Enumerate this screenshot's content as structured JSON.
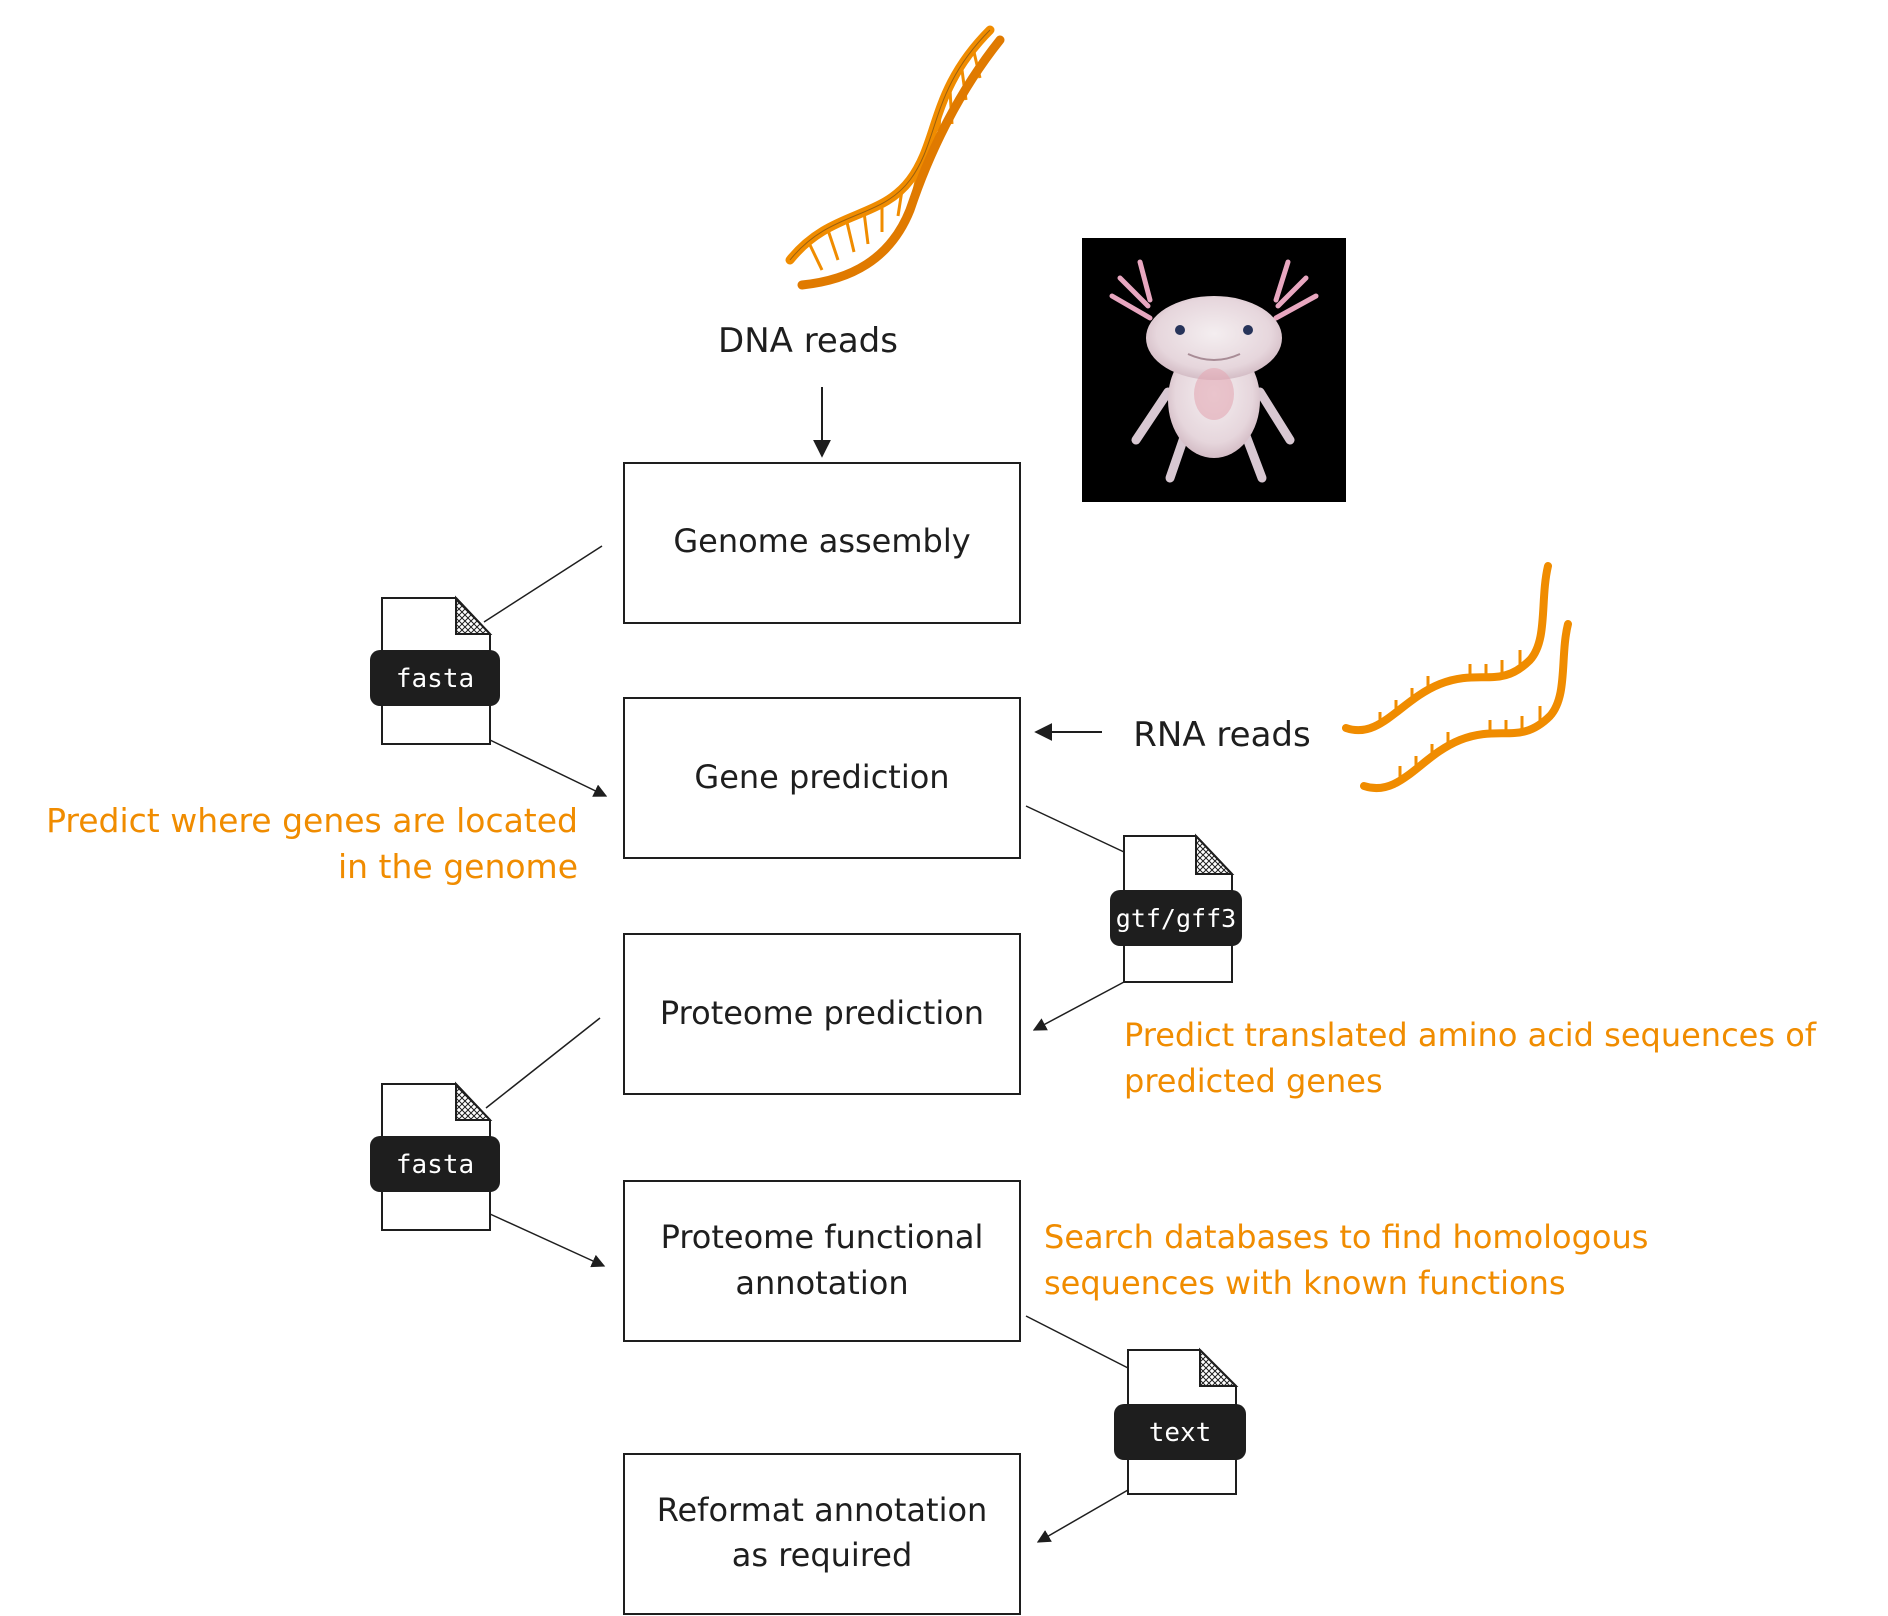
{
  "input_labels": {
    "dna": "DNA reads",
    "rna": "RNA reads"
  },
  "steps": [
    {
      "lines": [
        "Genome assembly"
      ]
    },
    {
      "lines": [
        "Gene prediction"
      ]
    },
    {
      "lines": [
        "Proteome prediction"
      ]
    },
    {
      "lines": [
        "Proteome functional",
        "annotation"
      ]
    },
    {
      "lines": [
        "Reformat annotation",
        "as required"
      ]
    }
  ],
  "file_tags": [
    "fasta",
    "gtf/gff3",
    "fasta",
    "text"
  ],
  "annotations": [
    {
      "lines": [
        "Predict where genes are located",
        "in the genome"
      ]
    },
    {
      "lines": [
        "Predict translated amino acid sequences of",
        "predicted genes"
      ]
    },
    {
      "lines": [
        "Search databases to find homologous",
        "sequences with known functions"
      ]
    }
  ],
  "colors": {
    "stroke": "#1e1e1e",
    "accent": "#f08c00",
    "tag_bg": "#1e1e1e",
    "photo_bg": "#000000"
  },
  "icons": [
    "dna-helix-icon",
    "axolotl-photo",
    "rna-strand-icon",
    "file-icon"
  ]
}
